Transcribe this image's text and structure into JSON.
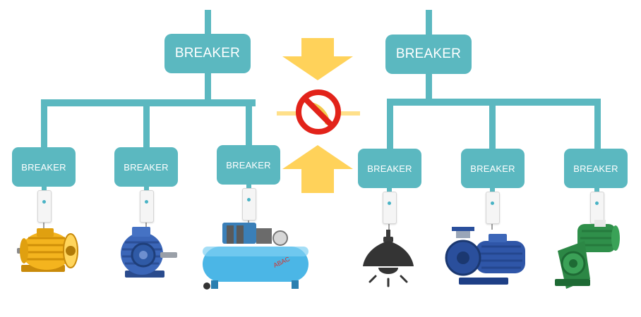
{
  "labels": {
    "main_left": "BREAKER",
    "main_right": "BREAKER",
    "sub_1": "BREAKER",
    "sub_2": "BREAKER",
    "sub_3": "BREAKER",
    "sub_4": "BREAKER",
    "sub_5": "BREAKER",
    "sub_6": "BREAKER"
  },
  "devices": {
    "d1": "yellow-electric-motor-icon",
    "d2": "blue-electric-motor-icon",
    "d3": "air-compressor-icon",
    "d4": "pendant-lamp-icon",
    "d5": "water-pump-icon",
    "d6": "green-gear-motor-icon"
  },
  "colors": {
    "breaker": "#5bb8c0",
    "wire": "#5bb8c0",
    "arrow": "#ffd25a",
    "prohibition": "#e2231a"
  }
}
